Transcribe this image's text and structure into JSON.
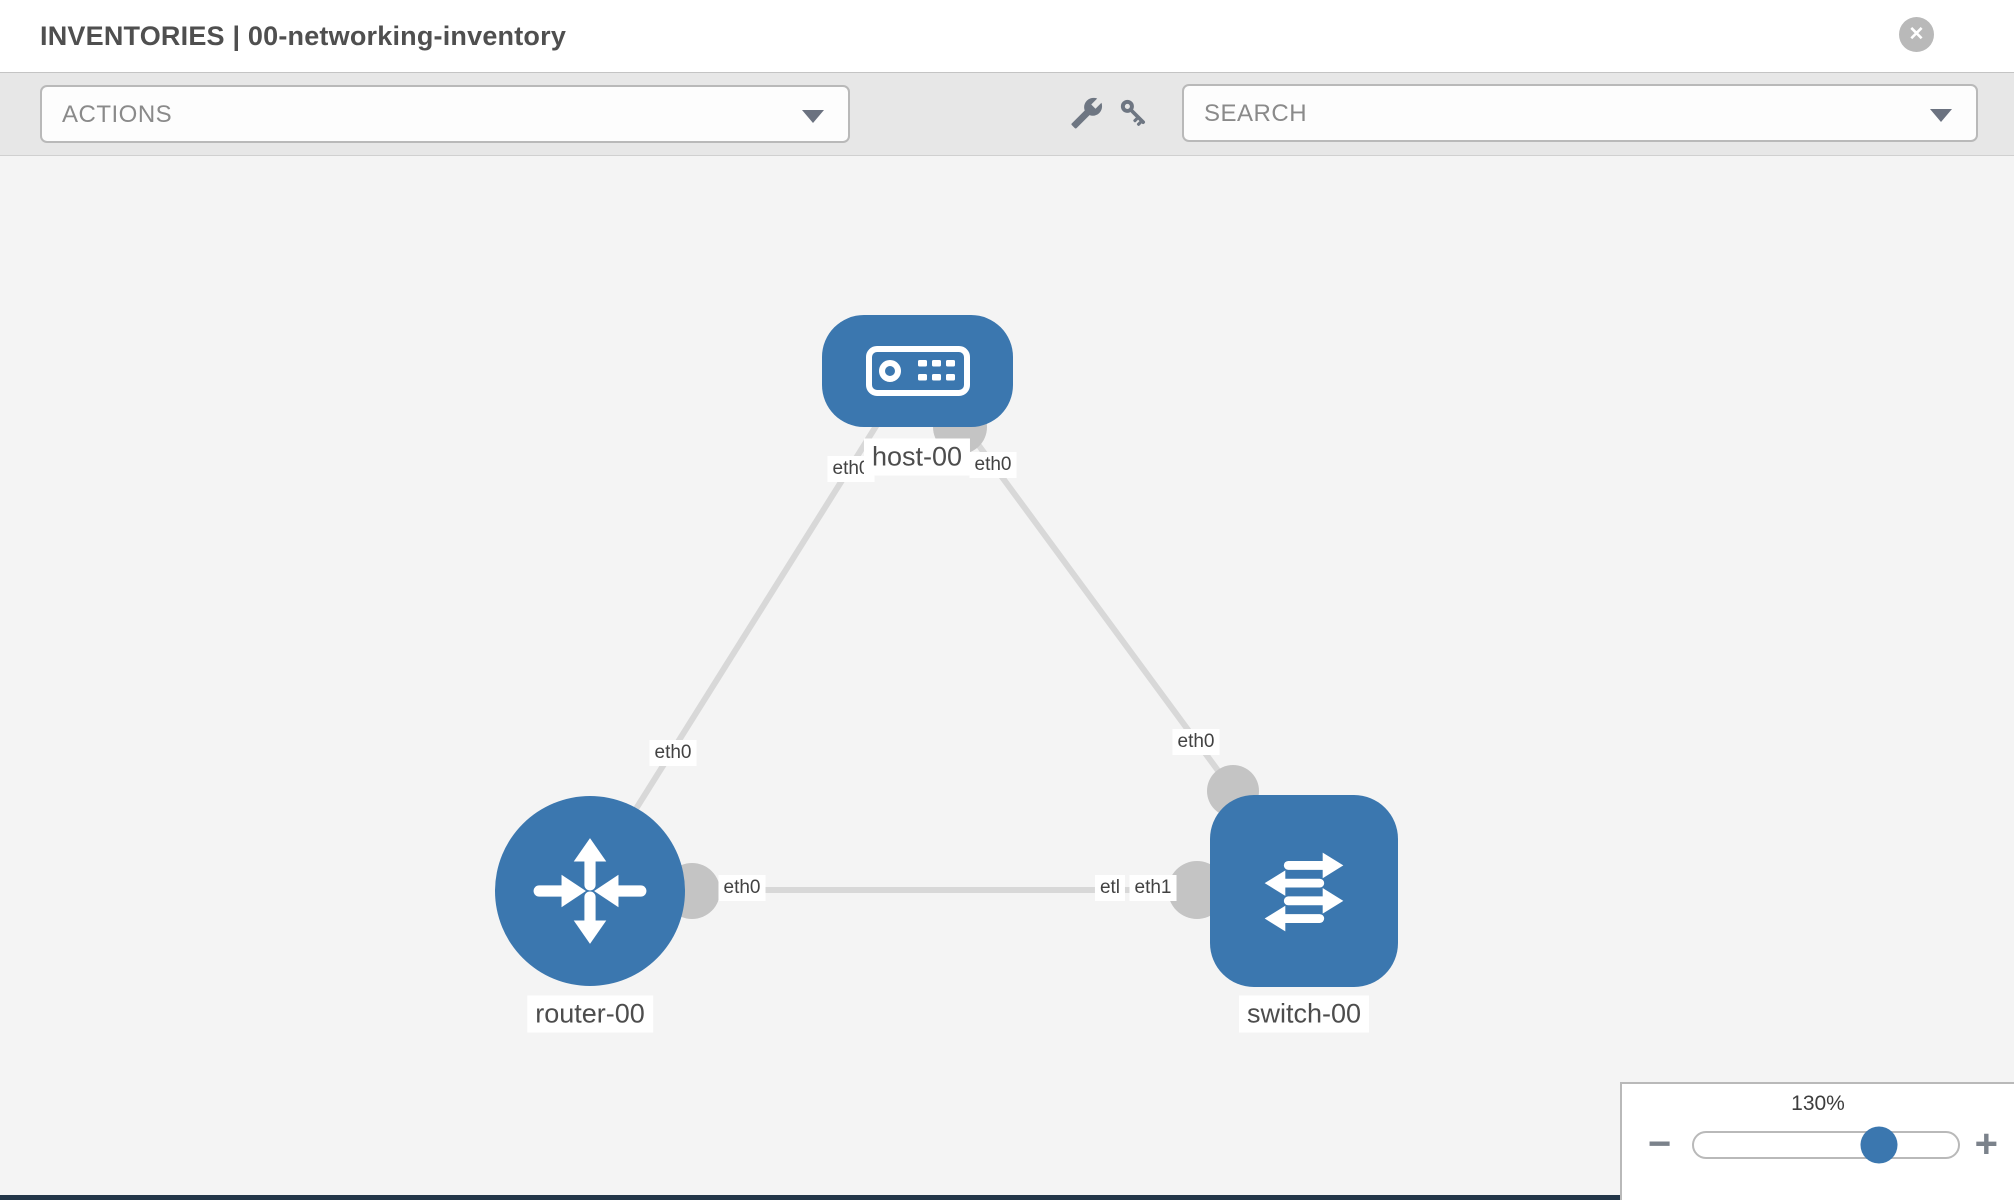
{
  "header": {
    "title": "INVENTORIES | 00-networking-inventory",
    "close_glyph": "✕"
  },
  "toolbar": {
    "actions_label": "ACTIONS",
    "search_placeholder": "SEARCH",
    "icons": [
      "wrench-icon",
      "key-icon",
      "chevron-down-icon"
    ]
  },
  "topology": {
    "node_labels": {
      "host": "host-00",
      "router": "router-00",
      "switch": "switch-00"
    },
    "iface_labels": {
      "host_left": "eth0",
      "host_right": "eth0",
      "router_top": "eth0",
      "router_right": "eth0",
      "switch_top": "eth0",
      "switch_left_back": "etl",
      "switch_left_front": "eth1"
    },
    "links": [
      {
        "from": "host-00",
        "to": "router-00",
        "from_iface": "eth0",
        "to_iface": "eth0"
      },
      {
        "from": "host-00",
        "to": "switch-00",
        "from_iface": "eth0",
        "to_iface": "eth0"
      },
      {
        "from": "router-00",
        "to": "switch-00",
        "from_iface": "eth0",
        "to_iface": "eth1"
      }
    ]
  },
  "zoom_control": {
    "level": "130%",
    "minus_glyph": "−",
    "plus_glyph": "+"
  },
  "colors": {
    "node_blue": "#3b77af",
    "connector_gray": "#c4c4c4",
    "edge_gray": "#d8d8d8",
    "toolbar_bg": "#e7e7e7",
    "canvas_bg": "#f4f4f4"
  }
}
